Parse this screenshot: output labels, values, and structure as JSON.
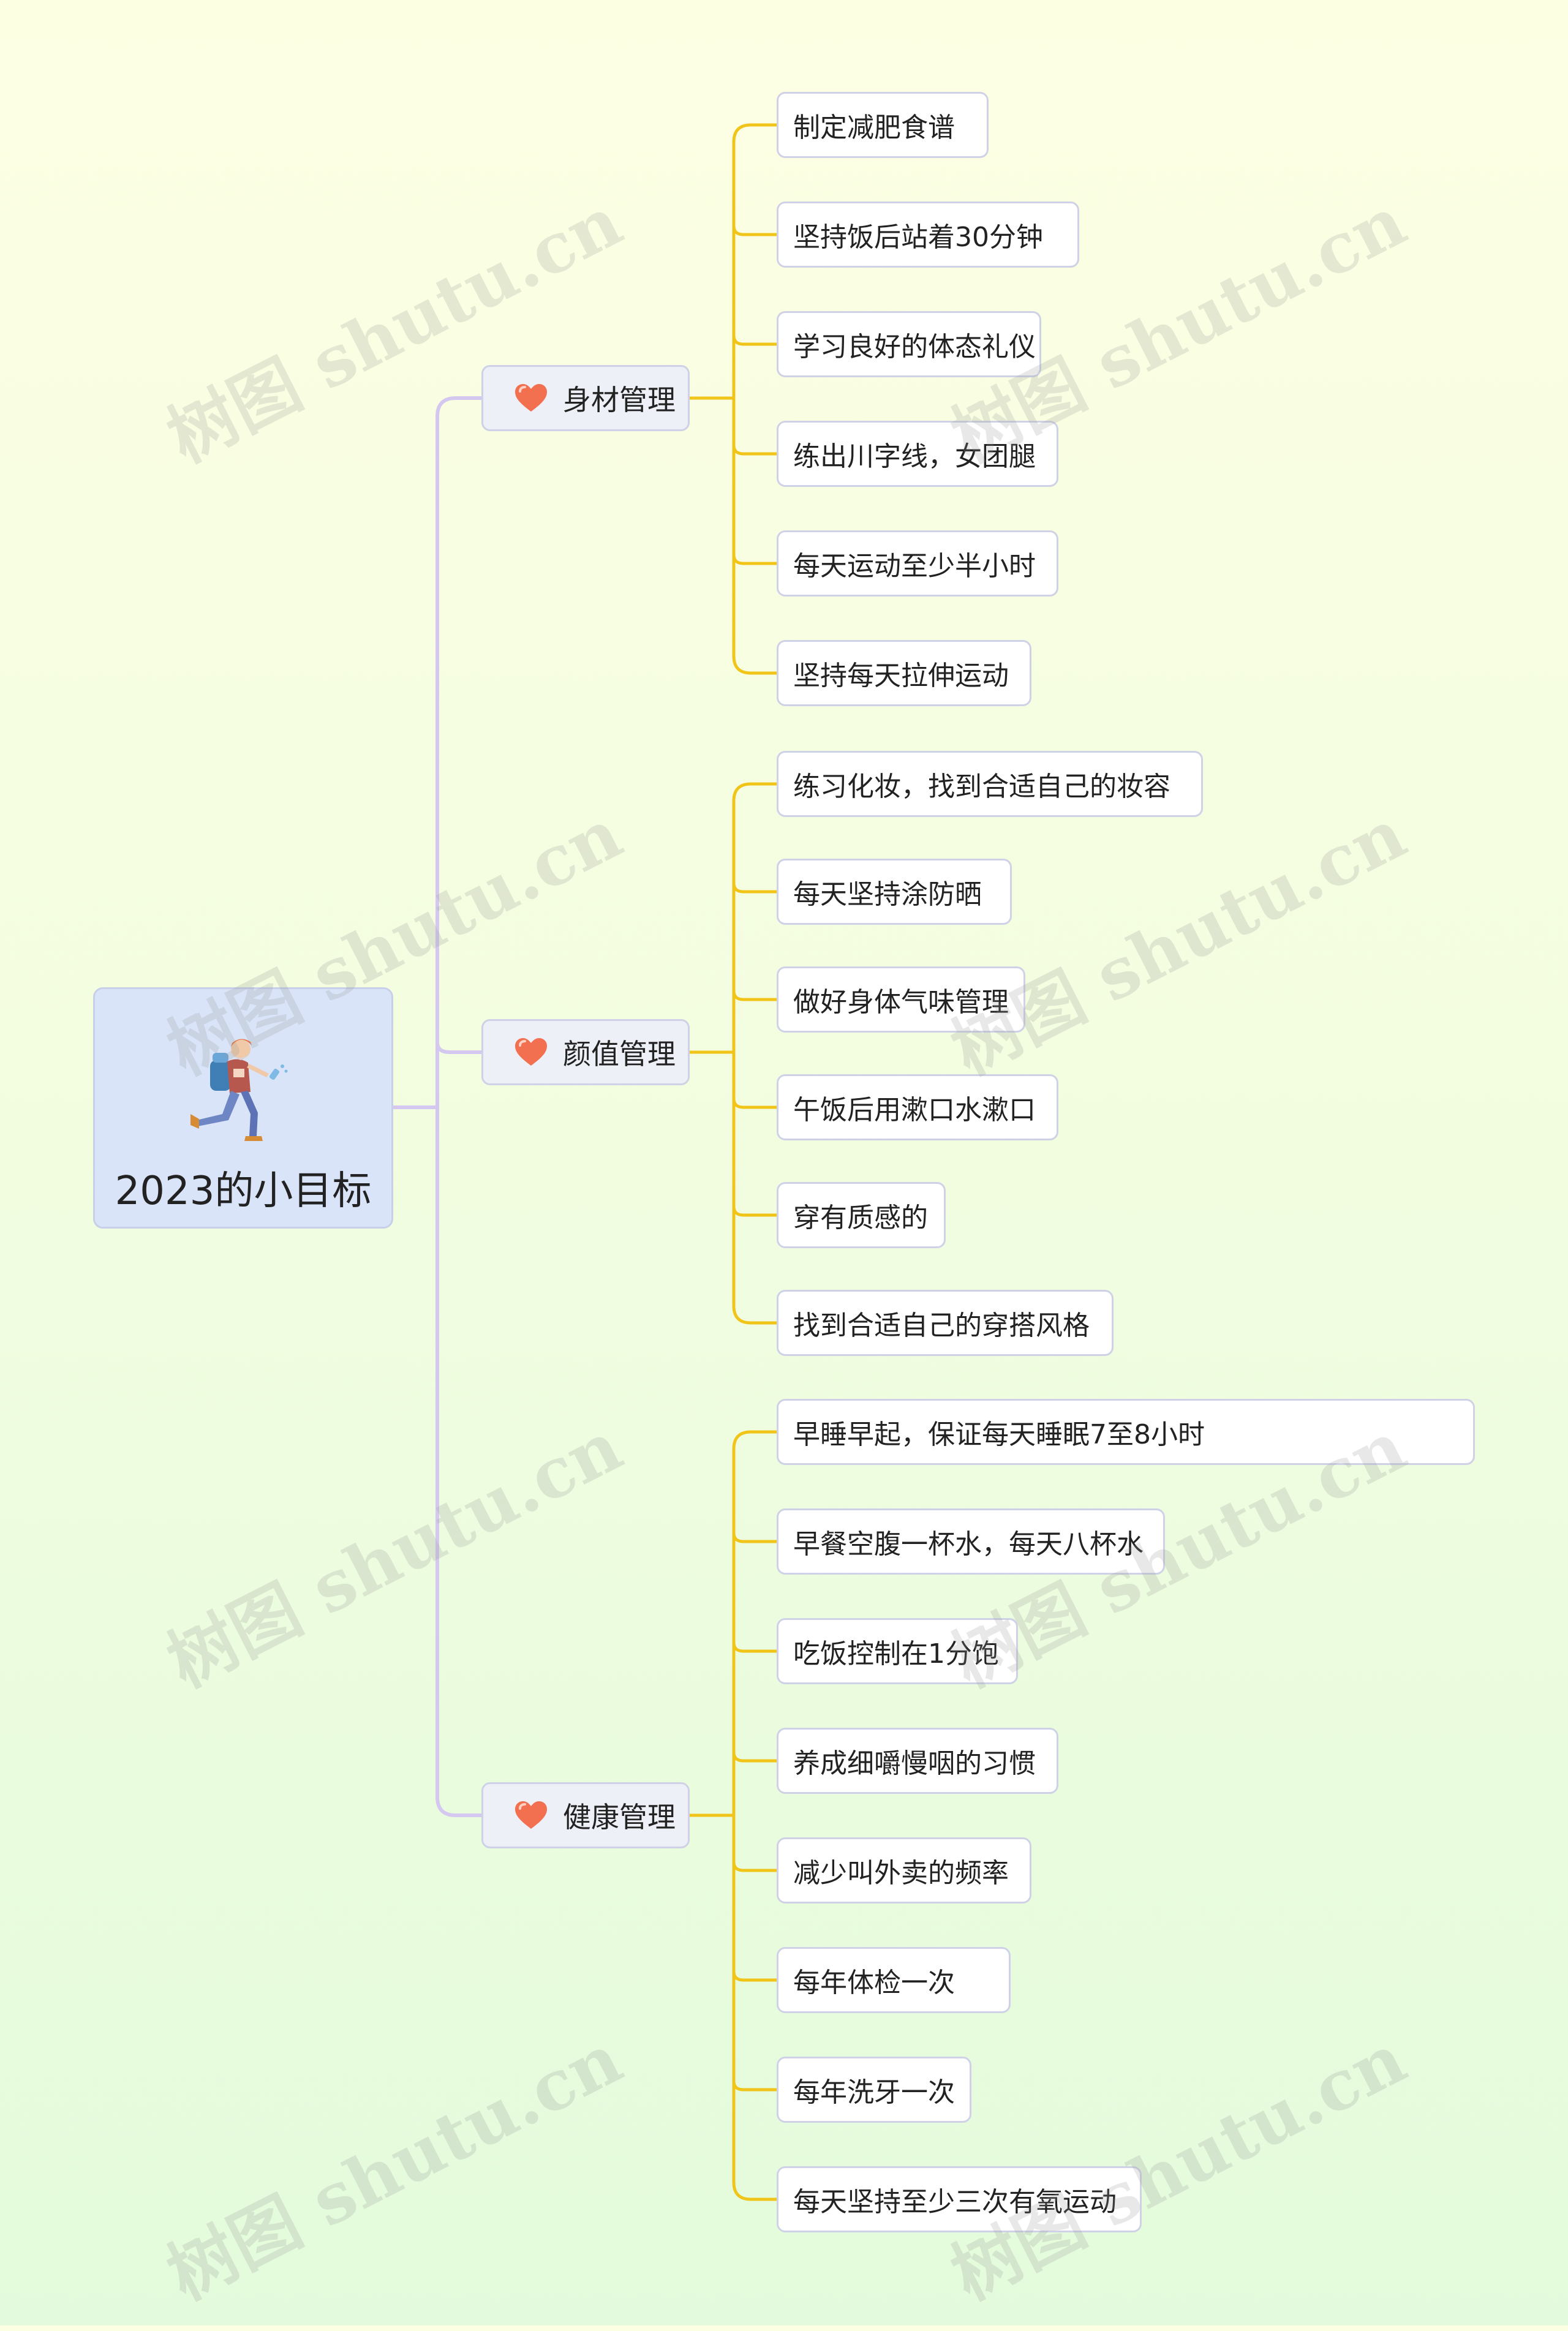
{
  "root": {
    "title": "2023的小目标",
    "icon": "runner-illustration"
  },
  "branches": [
    {
      "label": "身材管理",
      "icon": "heart-icon",
      "items": [
        "制定减肥食谱",
        "坚持饭后站着30分钟",
        "学习良好的体态礼仪",
        "练出川字线，女团腿",
        "每天运动至少半小时",
        "坚持每天拉伸运动"
      ]
    },
    {
      "label": "颜值管理",
      "icon": "heart-icon",
      "items": [
        "练习化妆，找到合适自己的妆容",
        "每天坚持涂防晒",
        "做好身体气味管理",
        "午饭后用漱口水漱口",
        "穿有质感的",
        "找到合适自己的穿搭风格"
      ]
    },
    {
      "label": "健康管理",
      "icon": "heart-icon",
      "items": [
        "早睡早起，保证每天睡眠7至8小时",
        "早餐空腹一杯水，每天八杯水",
        "吃饭控制在1分饱",
        "养成细嚼慢咽的习惯",
        "减少叫外卖的频率",
        "每年体检一次",
        "每年洗牙一次",
        "每天坚持至少三次有氧运动"
      ]
    }
  ],
  "watermark": "树图 shutu.cn",
  "colors": {
    "trunk_connector": "#d5c8f0",
    "leaf_connector": "#f0c419",
    "node_border": "#cfd2e6",
    "branch_fill": "#eef0f8",
    "root_fill": "#d9e4f8",
    "heart": "#f2704f"
  }
}
